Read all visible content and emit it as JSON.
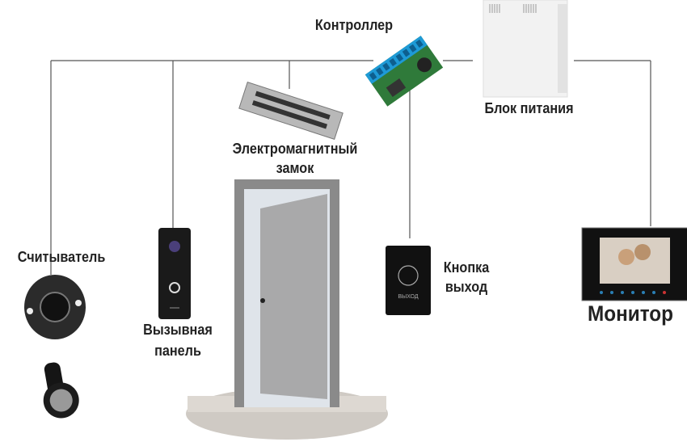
{
  "labels": {
    "controller": "Контроллер",
    "power_supply": "Блок питания",
    "lock_line1": "Электромагнитный",
    "lock_line2": "замок",
    "reader": "Считыватель",
    "panel_line1": "Вызывная",
    "panel_line2": "панель",
    "exit_line1": "Кнопка",
    "exit_line2": "выход",
    "monitor": "Монитор"
  },
  "exit_button_text": "ВЫХОД",
  "colors": {
    "wire": "#555555",
    "controller_board": "#1e9ad6",
    "text": "#222222"
  }
}
